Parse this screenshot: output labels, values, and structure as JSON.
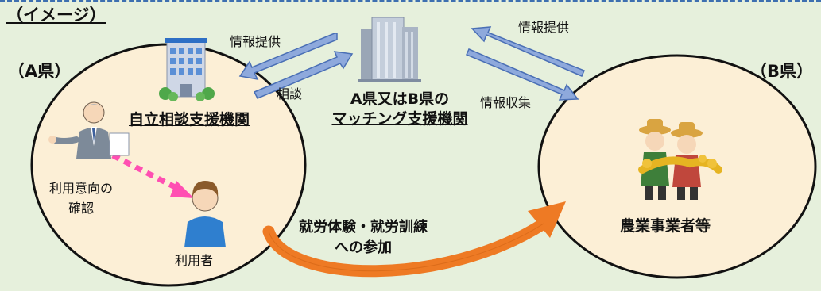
{
  "image_title": "（イメージ）",
  "prefecture_a": "（A県）",
  "prefecture_b": "（B県）",
  "support_agency": "自立相談支援機関",
  "matching_agency": {
    "line1": "A県又はB県の",
    "line2": "マッチング支援機関"
  },
  "arrow_labels": {
    "info_provision_left": "情報提供",
    "consultation": "相談",
    "info_provision_right": "情報提供",
    "info_collection": "情報収集"
  },
  "intent_check": {
    "line1": "利用意向の",
    "line2": "確認"
  },
  "user_label": "利用者",
  "participation": {
    "line1": "就労体験・就労訓練",
    "line2": "への参加"
  },
  "farm_operators": "農業事業者等",
  "colors": {
    "background": "#e6f0dc",
    "circle_fill": "#fcefd6",
    "blue_arrow": "#8ea9dc",
    "orange_arrow": "#ee7a24",
    "pink_arrow": "#ff4fb2",
    "dashed_line": "#3d6fb0"
  },
  "icons": [
    "office-building-icon",
    "tower-building-icon",
    "advisor-person-icon",
    "user-person-icon",
    "farmers-icon"
  ]
}
